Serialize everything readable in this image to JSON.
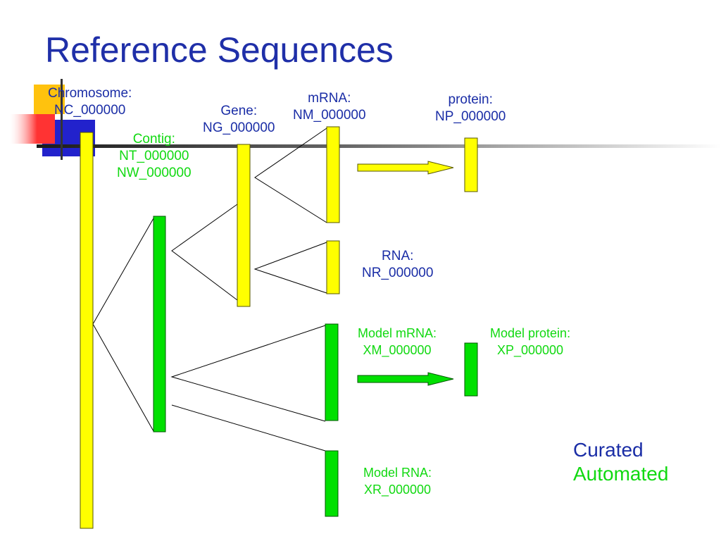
{
  "title": "Reference Sequences",
  "colors": {
    "title": "#1f2fa8",
    "curated_text": "#1a2da6",
    "automated_text": "#11d911",
    "curated_fill": "#ffff00",
    "automated_fill": "#00e000",
    "decor_orange": "#ffc20e",
    "decor_blue": "#2222cc",
    "decor_red": "#ff3333"
  },
  "labels": {
    "chromosome": {
      "name": "Chromosome:",
      "accession": "NC_000000"
    },
    "contig": {
      "name": "Contig:",
      "accessions": [
        "NT_000000",
        "NW_000000"
      ]
    },
    "gene": {
      "name": "Gene:",
      "accession": "NG_000000"
    },
    "mrna": {
      "name": "mRNA:",
      "accession": "NM_000000"
    },
    "protein": {
      "name": "protein:",
      "accession": "NP_000000"
    },
    "rna": {
      "name": "RNA:",
      "accession": "NR_000000"
    },
    "model_mrna": {
      "name": "Model mRNA:",
      "accession": "XM_000000"
    },
    "model_protein": {
      "name": "Model protein:",
      "accession": "XP_000000"
    },
    "model_rna": {
      "name": "Model RNA:",
      "accession": "XR_000000"
    }
  },
  "legend": {
    "curated": "Curated",
    "automated": "Automated"
  }
}
